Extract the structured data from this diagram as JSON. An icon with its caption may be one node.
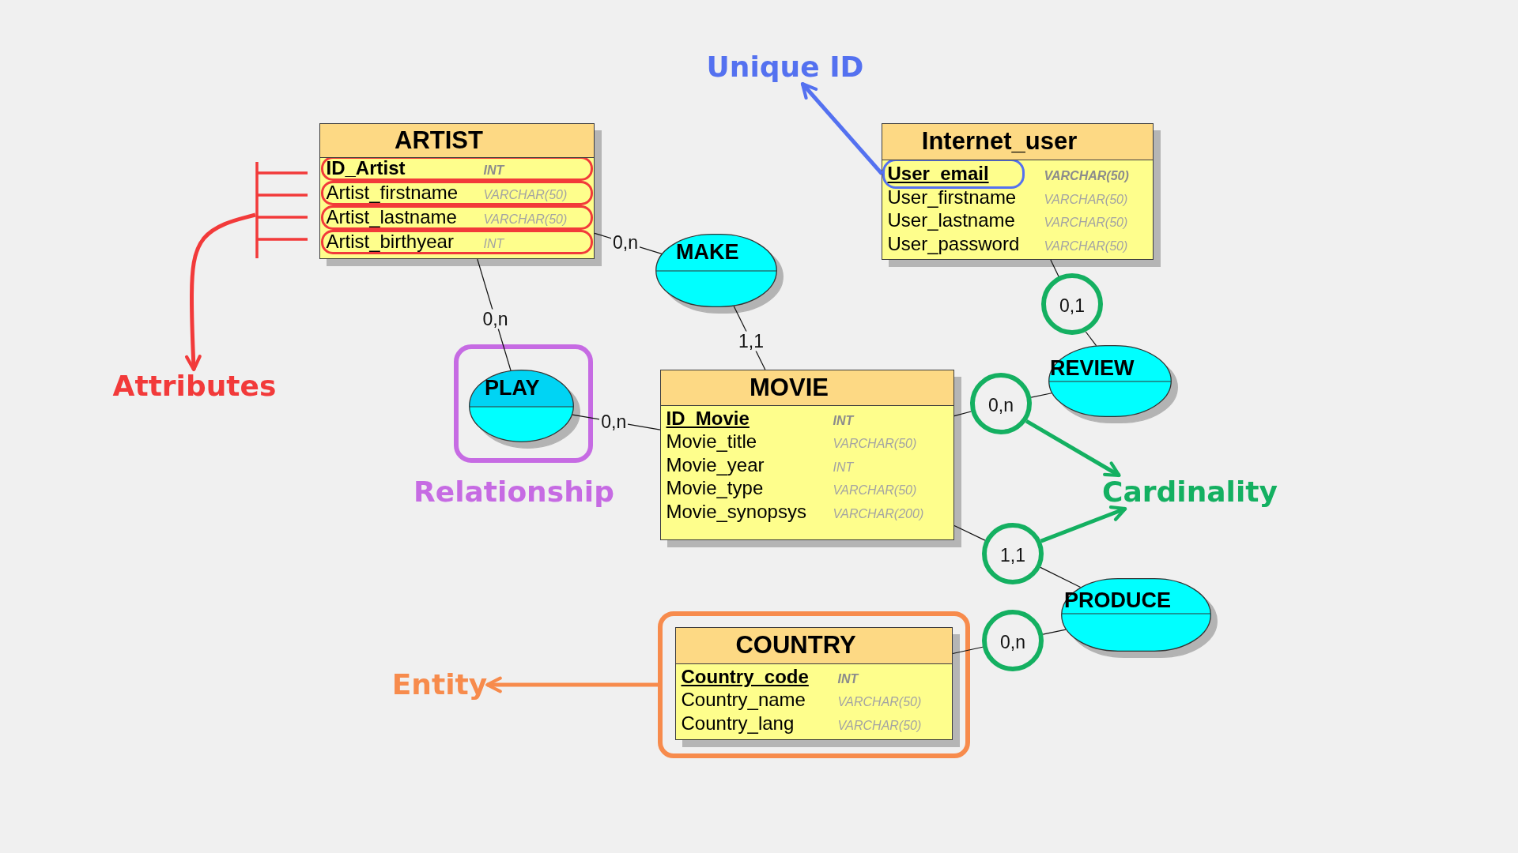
{
  "diagram": {
    "nodes": [
      {
        "text": [
          "Unique ID"
        ]
      },
      {
        "text": [
          "ARTIST"
        ]
      },
      {
        "text": [
          "ID_Artist",
          "INT"
        ],
        "in": 1
      },
      {
        "text": [
          "Artist_firstname",
          "VARCHAR(50)"
        ],
        "in": 1
      },
      {
        "text": [
          "Artist_lastname",
          "VARCHAR(50)"
        ],
        "in": 1
      },
      {
        "text": [
          "Artist_birthyear",
          "INT"
        ],
        "in": 1
      },
      {
        "text": [
          "Internet_user",
          "VARCHAR(50)",
          "User_firstname",
          "VARCHAR(50)",
          "User_lastname",
          "VARCHAR(50)",
          "User_password",
          "VARCHAR(50)"
        ]
      },
      {
        "text": [
          "User_email"
        ],
        "in": 6
      },
      {
        "text": [
          "MAKE"
        ]
      },
      {
        "text": [
          "0,1"
        ]
      },
      {
        "text": [
          "Attributes"
        ]
      },
      {
        "text": [],
        "shape": "box",
        "beside": [
          "Relationship"
        ]
      },
      {
        "text": [
          "PLAY"
        ],
        "in": 11
      },
      {
        "text": [
          "MOVIE",
          "ID_Movie",
          "INT",
          "Movie_title",
          "VARCHAR(50)",
          "Movie_year",
          "INT",
          "Movie_type",
          "VARCHAR(50)",
          "Movie_synopsys",
          "VARCHAR(200)"
        ]
      },
      {
        "text": [
          "REVIEW"
        ]
      },
      {
        "text": [
          "0,n"
        ]
      },
      {
        "text": [
          "Cardinality"
        ]
      },
      {
        "text": [
          "1,1"
        ]
      },
      {
        "text": [
          "PRODUCE"
        ]
      },
      {
        "text": [],
        "shape": "box"
      },
      {
        "text": [
          "COUNTRY",
          "Country_code",
          "INT",
          "Country_name",
          "VARCHAR(50)",
          "Country_lang",
          "VARCHAR(50)"
        ],
        "in": 19
      },
      {
        "text": [
          "0,n"
        ]
      },
      {
        "text": [
          "Entity"
        ]
      },
      {
        "text": [],
        "shape": "bracket"
      }
    ],
    "edges": [
      {
        "from": 7,
        "to": 0,
        "arrow": "to",
        "style": "thick",
        "color": "#5471f0"
      },
      {
        "from": 1,
        "to": 8,
        "arrow": "none",
        "label": "0,n"
      },
      {
        "from": 23,
        "to": 10,
        "arrow": "to",
        "style": "thick",
        "color": "#f23a3a"
      },
      {
        "from": 1,
        "to": 12,
        "arrow": "none",
        "label": "0,n"
      },
      {
        "from": 13,
        "to": 8,
        "arrow": "none",
        "label": "1,1"
      },
      {
        "from": 6,
        "to": 9,
        "arrow": "none"
      },
      {
        "from": 9,
        "to": 14,
        "arrow": "none"
      },
      {
        "from": 13,
        "to": 12,
        "arrow": "none",
        "label": "0,n"
      },
      {
        "from": 13,
        "to": 15,
        "arrow": "none"
      },
      {
        "from": 15,
        "to": 14,
        "arrow": "none"
      },
      {
        "from": 15,
        "to": 16,
        "arrow": "to",
        "style": "thick",
        "color": "#14b061"
      },
      {
        "from": 13,
        "to": 17,
        "arrow": "none"
      },
      {
        "from": 17,
        "to": 18,
        "arrow": "none"
      },
      {
        "from": 17,
        "to": 16,
        "arrow": "to",
        "style": "thick",
        "color": "#14b061"
      },
      {
        "from": 20,
        "to": 21,
        "arrow": "none"
      },
      {
        "from": 21,
        "to": 18,
        "arrow": "none"
      },
      {
        "from": 19,
        "to": 22,
        "arrow": "to",
        "style": "thick",
        "color": "#f78b4c"
      }
    ]
  }
}
